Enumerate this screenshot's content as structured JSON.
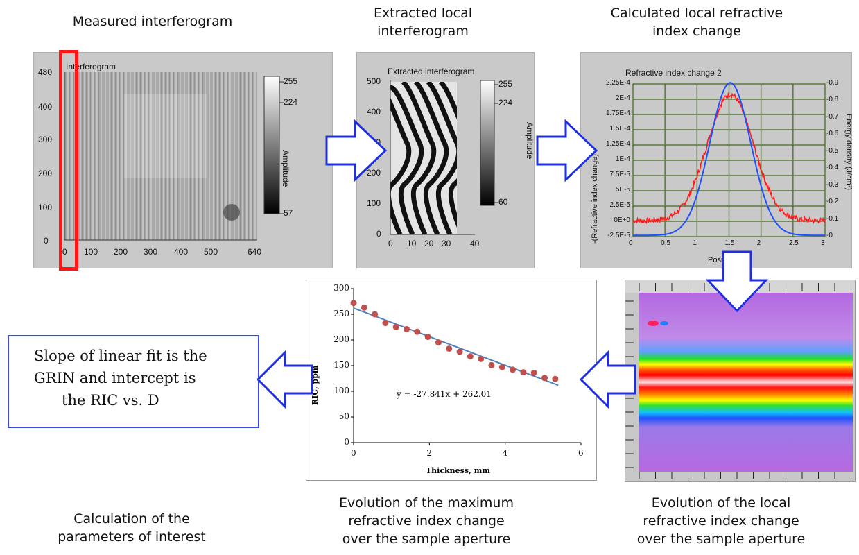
{
  "captions": {
    "measured": "Measured interferogram",
    "extracted": [
      "Extracted local",
      "interferogram"
    ],
    "calculated": [
      "Calculated local refractive",
      "index change"
    ],
    "params": [
      "Calculation of the",
      "parameters of interest"
    ],
    "evo_max": [
      "Evolution of the maximum",
      "refractive index change",
      "over the sample aperture"
    ],
    "evo_local": [
      "Evolution of the local",
      "refractive index change",
      "over the sample aperture"
    ]
  },
  "interferogram": {
    "title": "Interferogram",
    "y_ticks": [
      "480",
      "400",
      "300",
      "200",
      "100",
      "0"
    ],
    "x_ticks": [
      "0",
      "100",
      "200",
      "300",
      "400",
      "500",
      "640"
    ],
    "colorbar_labels": [
      "255",
      "224",
      "57"
    ],
    "colorbar_title": "Amplitude"
  },
  "extracted": {
    "title": "Extracted interferogram",
    "y_ticks": [
      "500",
      "400",
      "300",
      "200",
      "100",
      "0"
    ],
    "x_ticks": [
      "0",
      "10",
      "20",
      "30",
      "40"
    ],
    "colorbar_labels": [
      "255",
      "224",
      "60"
    ],
    "colorbar_title": "Amplitude"
  },
  "ric_plot": {
    "title": "Refractive index change 2",
    "y_left_ticks": [
      "2.25E-4",
      "2E-4",
      "1.75E-4",
      "1.5E-4",
      "1.25E-4",
      "1E-4",
      "7.5E-5",
      "5E-5",
      "2.5E-5",
      "0E+0",
      "-2.5E-5"
    ],
    "y_right_ticks": [
      "0.9",
      "0.8",
      "0.7",
      "0.6",
      "0.5",
      "0.4",
      "0.3",
      "0.2",
      "0.1",
      "0"
    ],
    "x_ticks": [
      "0",
      "0.5",
      "1",
      "1.5",
      "2",
      "2.5",
      "3"
    ],
    "ylabel_left": "-(Refractive index change)",
    "ylabel_right": "Energy density (J/cm²)",
    "xlabel_partial": "Posit",
    "colors": {
      "measured": "#ff1a1a",
      "gaussian": "#1f4fff",
      "grid": "#5a7a3a",
      "bg": "#c9c9c9"
    }
  },
  "chart_data": {
    "type": "scatter",
    "xlabel": "Thickness, mm",
    "ylabel": "RIC, ppm",
    "xlim": [
      0,
      6
    ],
    "ylim": [
      0,
      300
    ],
    "x_ticks": [
      "0",
      "2",
      "4",
      "6"
    ],
    "y_ticks": [
      "0",
      "50",
      "100",
      "150",
      "200",
      "250",
      "300"
    ],
    "equation": "y = -27.841x + 262.01",
    "fit": {
      "slope": -27.841,
      "intercept": 262.01,
      "x_range": [
        0,
        5.4
      ]
    },
    "points": [
      {
        "x": 0.0,
        "y": 272
      },
      {
        "x": 0.28,
        "y": 263
      },
      {
        "x": 0.56,
        "y": 250
      },
      {
        "x": 0.84,
        "y": 233
      },
      {
        "x": 1.12,
        "y": 225
      },
      {
        "x": 1.4,
        "y": 221
      },
      {
        "x": 1.68,
        "y": 216
      },
      {
        "x": 1.96,
        "y": 206
      },
      {
        "x": 2.24,
        "y": 195
      },
      {
        "x": 2.52,
        "y": 183
      },
      {
        "x": 2.8,
        "y": 177
      },
      {
        "x": 3.08,
        "y": 168
      },
      {
        "x": 3.36,
        "y": 163
      },
      {
        "x": 3.64,
        "y": 151
      },
      {
        "x": 3.92,
        "y": 147
      },
      {
        "x": 4.2,
        "y": 142
      },
      {
        "x": 4.48,
        "y": 137
      },
      {
        "x": 4.76,
        "y": 136
      },
      {
        "x": 5.04,
        "y": 126
      },
      {
        "x": 5.32,
        "y": 124
      }
    ],
    "colors": {
      "points": "#c0504d",
      "line": "#4f81bd"
    }
  },
  "slope_box": {
    "lines": [
      "Slope of linear fit is the",
      "GRIN and intercept is",
      "the RIC vs. D"
    ],
    "border_color": "#3b4bdc"
  },
  "arrow_color": "#1f2fe0"
}
